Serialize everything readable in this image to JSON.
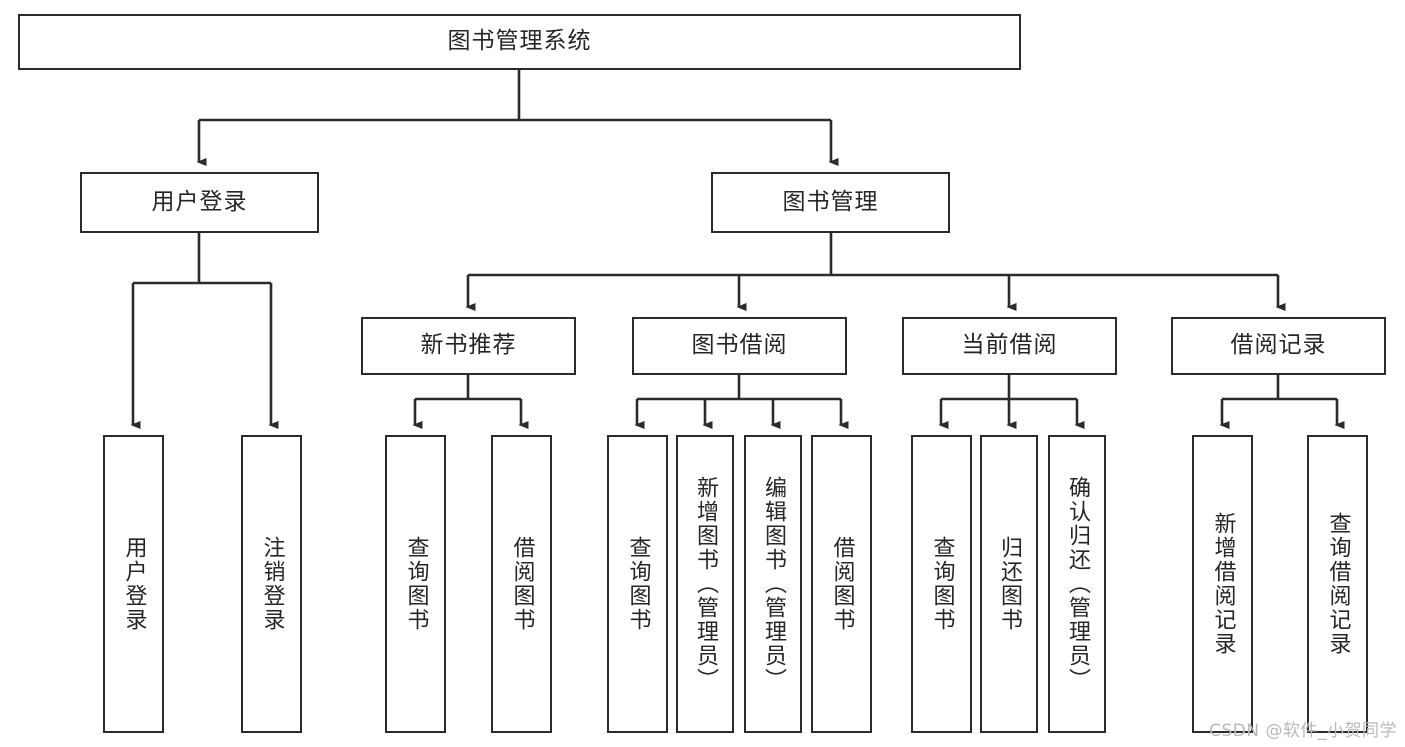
{
  "diagram": {
    "title": "图书管理系统",
    "type": "tree",
    "watermark": "CSDN @软件_小贺同学",
    "colors": {
      "box_border": "#2b2b2b",
      "box_fill": "#ffffff",
      "connector": "#2b2b2b",
      "text": "#262626",
      "watermark": "#b9b9b9",
      "background": "#ffffff"
    },
    "nodes": {
      "root": {
        "label": "图书管理系统"
      },
      "level2": [
        {
          "label": "用户登录"
        },
        {
          "label": "图书管理"
        }
      ],
      "level3": [
        {
          "label": "新书推荐"
        },
        {
          "label": "图书借阅"
        },
        {
          "label": "当前借阅"
        },
        {
          "label": "借阅记录"
        }
      ],
      "leaves_user_login": [
        {
          "label": "用户登录"
        },
        {
          "label": "注销登录"
        }
      ],
      "leaves_new_book": [
        {
          "label": "查询图书"
        },
        {
          "label": "借阅图书"
        }
      ],
      "leaves_borrow": [
        {
          "label": "查询图书"
        },
        {
          "label": "新增图书（管理员）"
        },
        {
          "label": "编辑图书（管理员）"
        },
        {
          "label": "借阅图书"
        }
      ],
      "leaves_current": [
        {
          "label": "查询图书"
        },
        {
          "label": "归还图书"
        },
        {
          "label": "确认归还（管理员）"
        }
      ],
      "leaves_records": [
        {
          "label": "新增借阅记录"
        },
        {
          "label": "查询借阅记录"
        }
      ]
    }
  }
}
